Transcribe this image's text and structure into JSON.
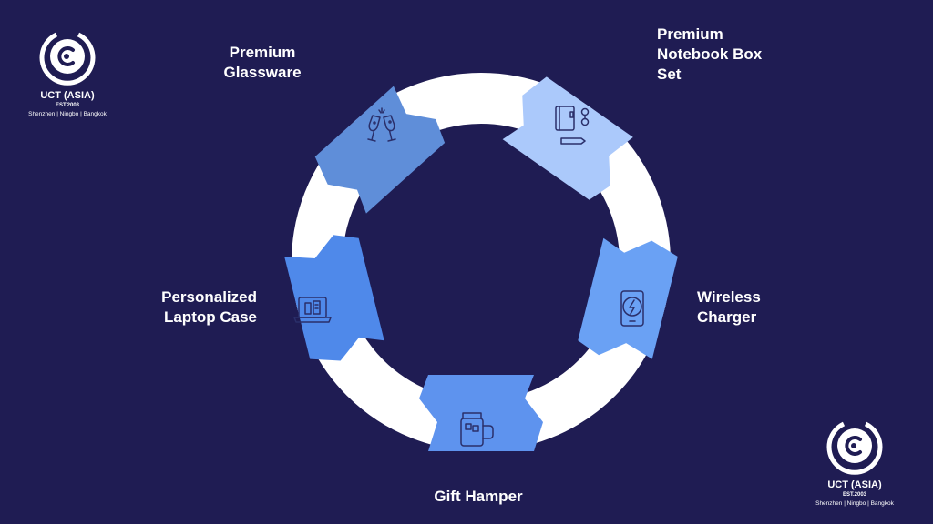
{
  "colors": {
    "background": "#1f1c53",
    "ring": "#ffffff",
    "icon_stroke": "#2a2f6a"
  },
  "logo": {
    "name": "UCT (ASIA)",
    "established": "EST.2003",
    "locations": "Shenzhen | Ningbo | Bangkok",
    "icon": "uct-logo-icon"
  },
  "cycle": {
    "items": [
      {
        "lines": [
          "Premium",
          "Glassware"
        ],
        "icon": "champagne-glasses-icon",
        "color": "#5f8ed9"
      },
      {
        "lines": [
          "Premium",
          "Notebook Box",
          "Set"
        ],
        "icon": "notebook-pen-icon",
        "color": "#abc9fb"
      },
      {
        "lines": [
          "Wireless",
          "Charger"
        ],
        "icon": "wireless-charger-icon",
        "color": "#6aa1f4"
      },
      {
        "lines": [
          "Gift Hamper"
        ],
        "icon": "mug-icon",
        "color": "#5e93ee"
      },
      {
        "lines": [
          "Personalized",
          "Laptop Case"
        ],
        "icon": "laptop-icon",
        "color": "#4f89ea"
      }
    ]
  }
}
